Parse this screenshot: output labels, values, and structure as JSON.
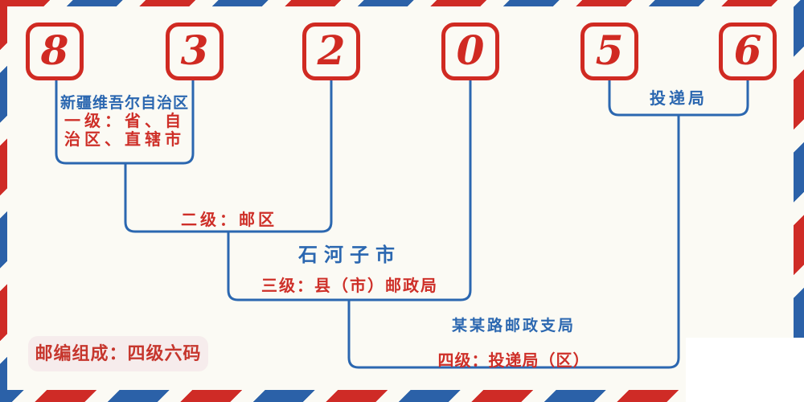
{
  "postal_code": {
    "value": "832056",
    "digits": [
      "8",
      "3",
      "2",
      "0",
      "5",
      "6"
    ]
  },
  "labels": {
    "level1": {
      "region": "新疆维吾尔自治区",
      "desc_line1": "一级：省、自",
      "desc_line2": "治区、直辖市"
    },
    "level2": {
      "desc": "二级：邮区"
    },
    "level3": {
      "name": "石河子市",
      "desc": "三级：县（市）邮政局"
    },
    "level4": {
      "name": "某某路邮政支局",
      "desc": "四级：投递局（区）"
    },
    "delivery_bureau": {
      "label": "投递局"
    }
  },
  "footer": {
    "badge_text": "邮编组成：四级六码"
  },
  "colors": {
    "red": "#ce2f28",
    "blue": "#2b67b0",
    "digit_red": "#d02a22",
    "background": "#fbfaf4",
    "badge_background": "#f6ecec",
    "stripe_red": "#cf2b26",
    "stripe_blue": "#2b61a8",
    "cover_white": "#ffffff"
  }
}
